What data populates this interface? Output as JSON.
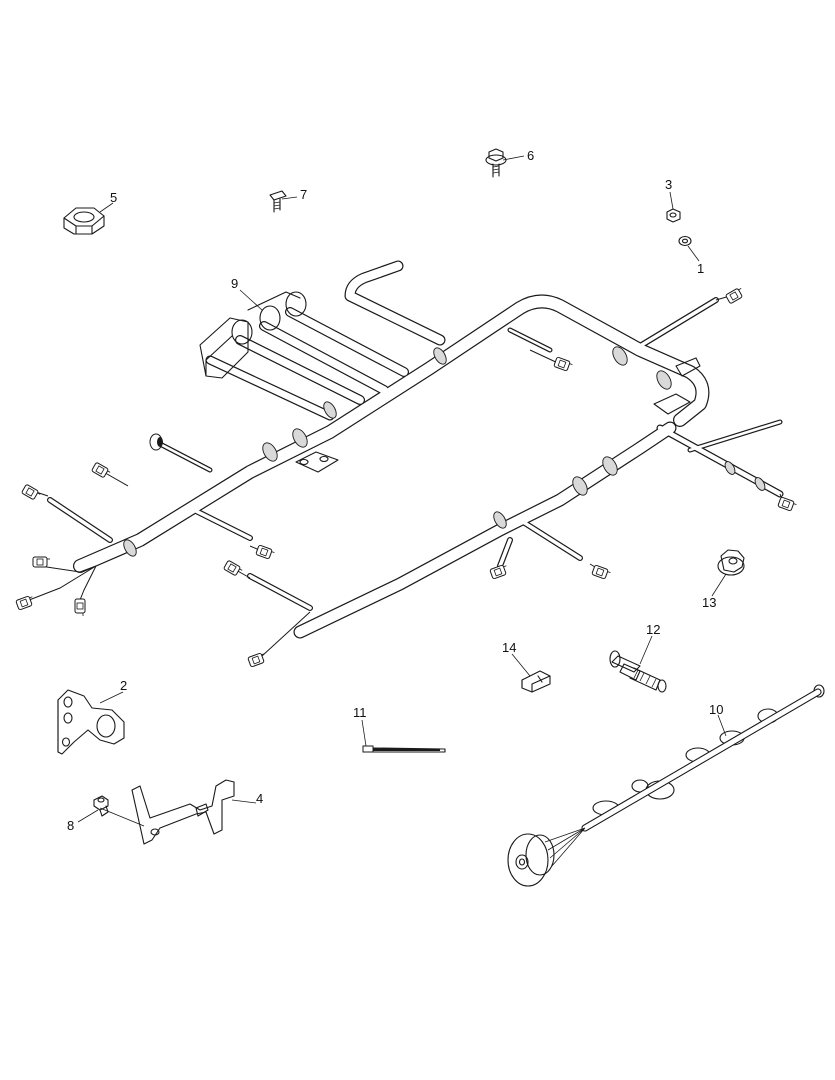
{
  "palette": {
    "ink": "#1a1a1a",
    "tube_outline": "#1a1a1a",
    "tube_fill": "#ffffff",
    "shade": "#d9d9d9",
    "paper": "#ffffff"
  },
  "callouts": {
    "c1": "1",
    "c2": "2",
    "c3": "3",
    "c4": "4",
    "c5": "5",
    "c6": "6",
    "c7": "7",
    "c8": "8",
    "c9": "9",
    "c10": "10",
    "c11": "11",
    "c12": "12",
    "c13": "13",
    "c14": "14"
  },
  "icons": [
    "wiring-harness",
    "hex-nut",
    "bolt",
    "washer",
    "bracket",
    "cable-tie",
    "grommet",
    "clip",
    "stud",
    "flange-nut",
    "connector"
  ]
}
